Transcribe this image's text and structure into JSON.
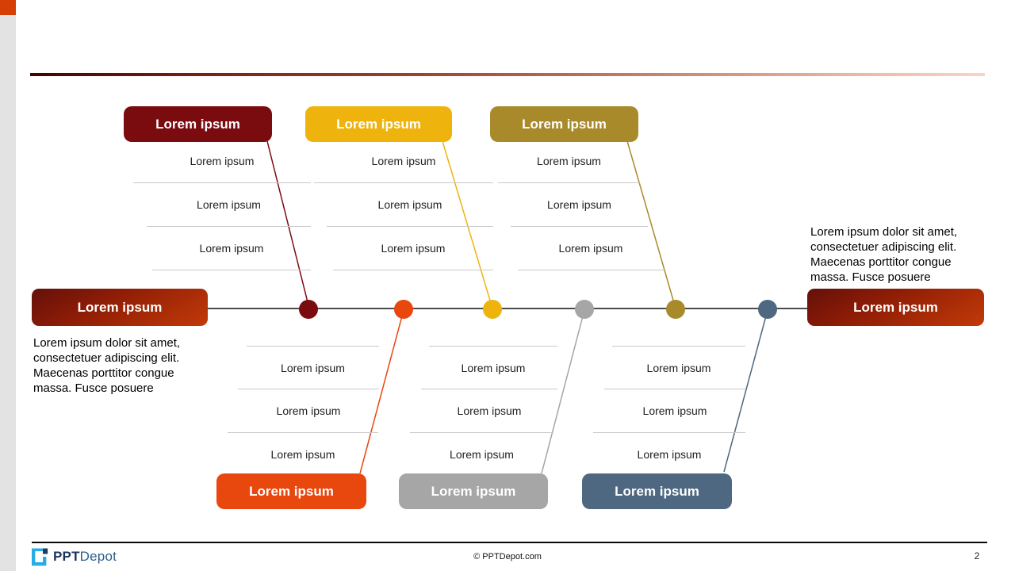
{
  "slide": {
    "corner_color": "#d63f05",
    "edge_bar_color": "#e3e3e3",
    "spine_color": "#111111",
    "rib_line_color": "#c9c9c9",
    "node_gradient": [
      "#64100a",
      "#c23a08"
    ],
    "fishbone": {
      "left_node": {
        "label": "Lorem ipsum",
        "description": "Lorem ipsum dolor sit amet,\nconsectetuer adipiscing elit.\nMaecenas porttitor congue\nmassa. Fusce posuere"
      },
      "right_node": {
        "label": "Lorem ipsum",
        "description": "Lorem ipsum dolor sit amet,\nconsectetuer adipiscing elit.\nMaecenas porttitor congue\nmassa. Fusce posuere"
      },
      "top_branches": [
        {
          "label": "Lorem ipsum",
          "color": "#7a0c10",
          "items": [
            "Lorem ipsum",
            "Lorem ipsum",
            "Lorem ipsum"
          ]
        },
        {
          "label": "Lorem ipsum",
          "color": "#eeb40d",
          "items": [
            "Lorem ipsum",
            "Lorem ipsum",
            "Lorem ipsum"
          ]
        },
        {
          "label": "Lorem ipsum",
          "color": "#a98a2b",
          "items": [
            "Lorem ipsum",
            "Lorem ipsum",
            "Lorem ipsum"
          ]
        }
      ],
      "bottom_branches": [
        {
          "label": "Lorem ipsum",
          "color": "#e8470e",
          "items": [
            "Lorem ipsum",
            "Lorem ipsum",
            "Lorem ipsum"
          ]
        },
        {
          "label": "Lorem ipsum",
          "color": "#a6a6a6",
          "items": [
            "Lorem ipsum",
            "Lorem ipsum",
            "Lorem ipsum"
          ]
        },
        {
          "label": "Lorem ipsum",
          "color": "#4d6880",
          "items": [
            "Lorem ipsum",
            "Lorem ipsum",
            "Lorem ipsum"
          ]
        }
      ]
    },
    "footer": {
      "logo_icon_colors": [
        "#29ace4",
        "#1d3d5d"
      ],
      "logo_ppt": "PPT",
      "logo_depot": "Depot",
      "copyright": "© PPTDepot.com",
      "page_number": "2"
    }
  }
}
